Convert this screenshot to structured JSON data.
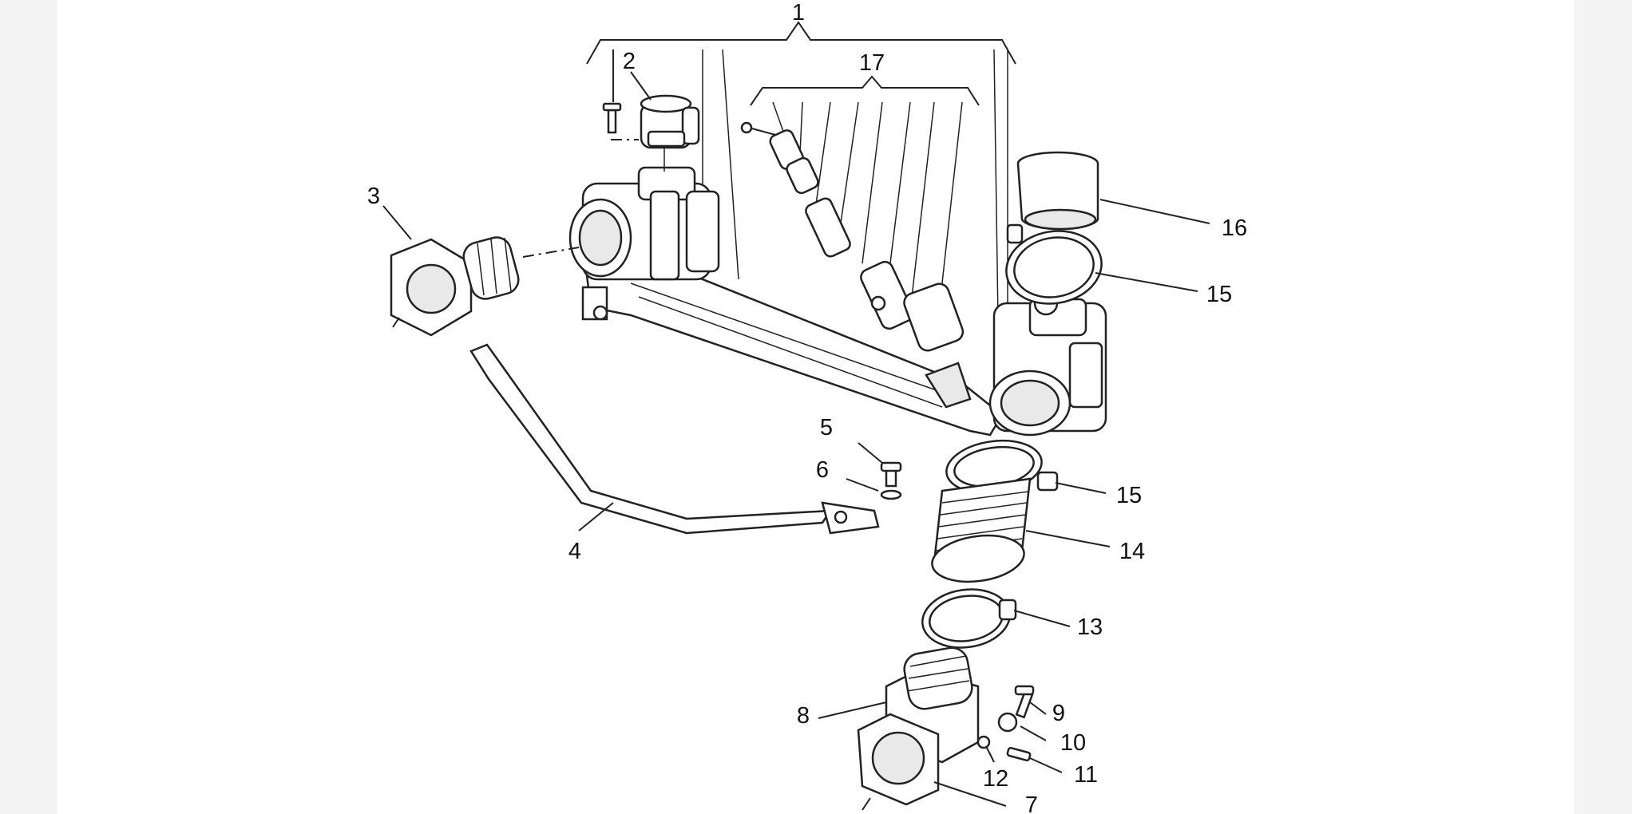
{
  "diagram": {
    "callouts": [
      {
        "id": "1",
        "text": "1"
      },
      {
        "id": "2",
        "text": "2"
      },
      {
        "id": "3",
        "text": "3"
      },
      {
        "id": "4",
        "text": "4"
      },
      {
        "id": "5",
        "text": "5"
      },
      {
        "id": "6",
        "text": "6"
      },
      {
        "id": "7",
        "text": "7"
      },
      {
        "id": "8",
        "text": "8"
      },
      {
        "id": "9",
        "text": "9"
      },
      {
        "id": "10",
        "text": "10"
      },
      {
        "id": "11",
        "text": "11"
      },
      {
        "id": "12",
        "text": "12"
      },
      {
        "id": "13",
        "text": "13"
      },
      {
        "id": "14",
        "text": "14"
      },
      {
        "id": "15a",
        "text": "15"
      },
      {
        "id": "15b",
        "text": "15"
      },
      {
        "id": "16",
        "text": "16"
      },
      {
        "id": "17",
        "text": "17"
      }
    ]
  }
}
